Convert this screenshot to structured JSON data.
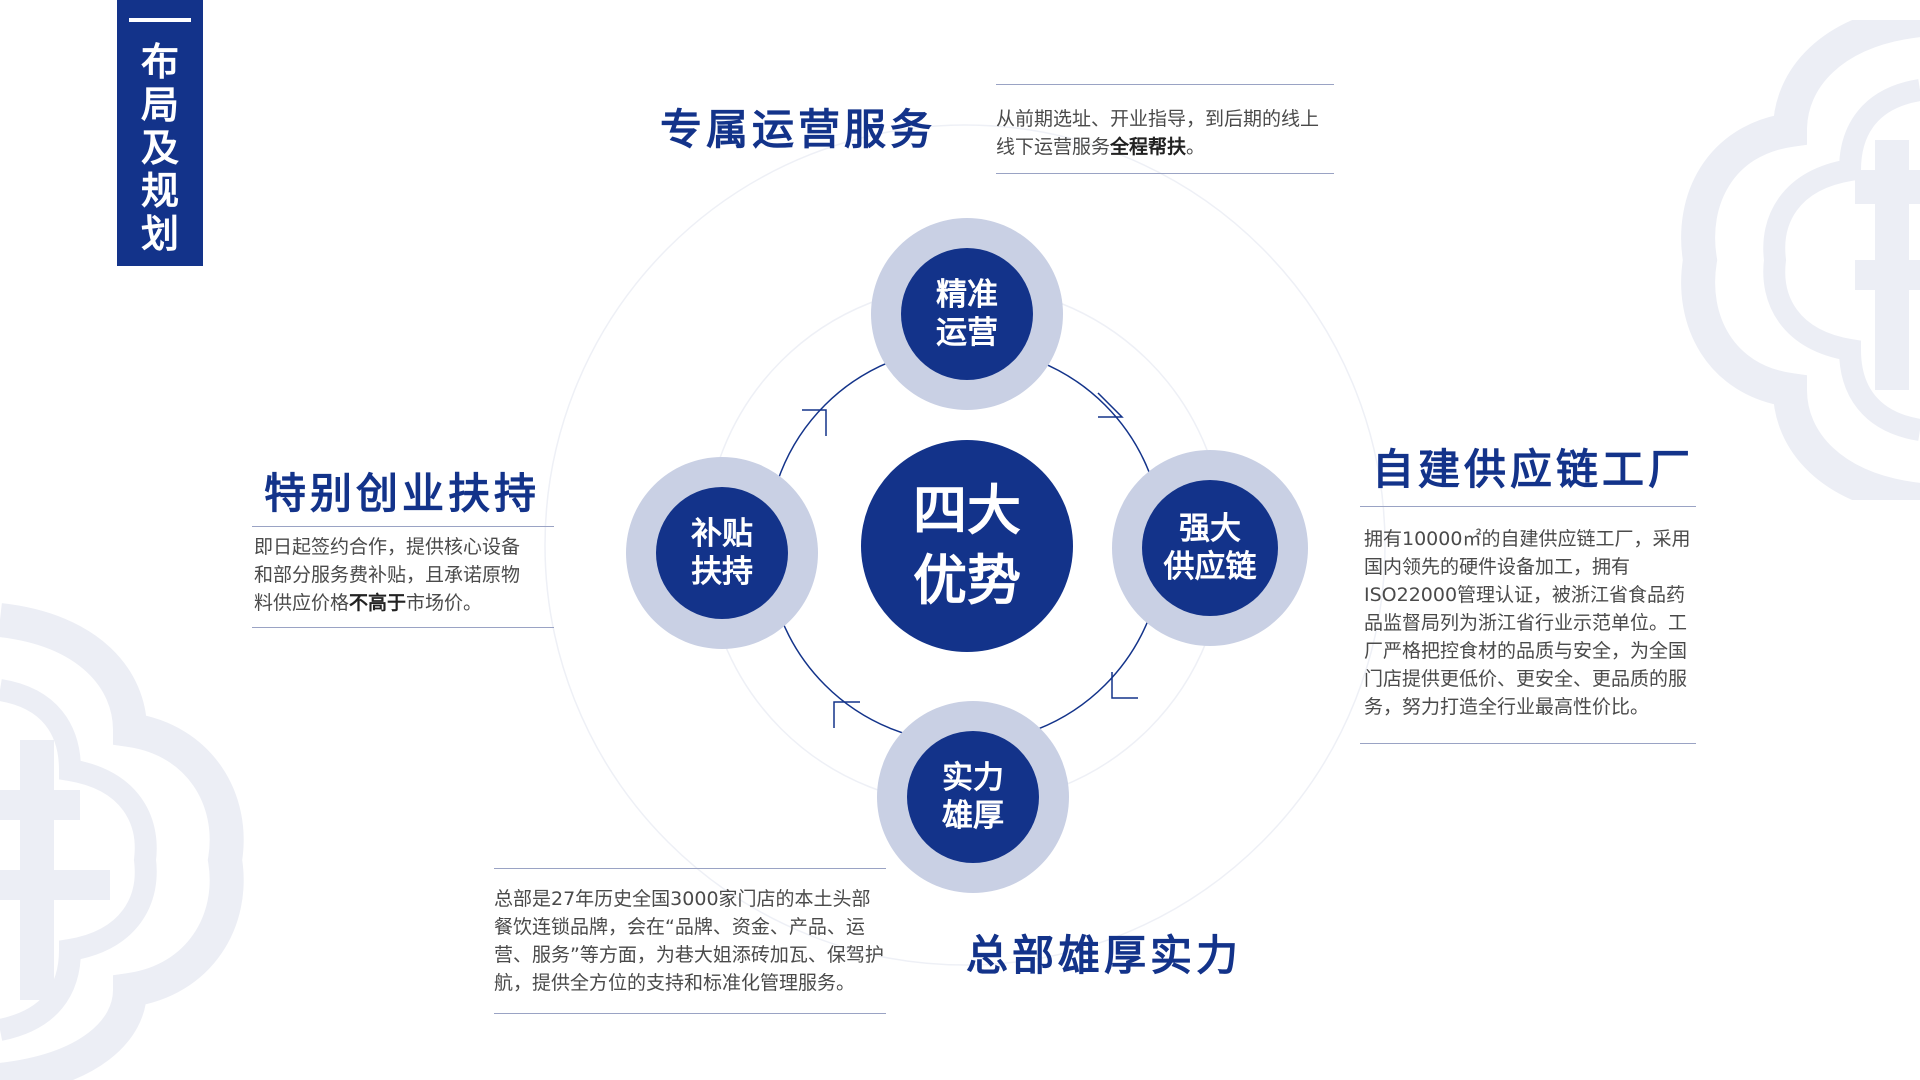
{
  "badge": {
    "lines": [
      "布",
      "局",
      "及",
      "规",
      "划"
    ]
  },
  "center": {
    "line1": "四大",
    "line2": "优势"
  },
  "nodes": {
    "top": {
      "line1": "精准",
      "line2": "运营"
    },
    "left": {
      "line1": "补贴",
      "line2": "扶持"
    },
    "right": {
      "line1": "强大",
      "line2": "供应链"
    },
    "bottom": {
      "line1": "实力",
      "line2": "雄厚"
    }
  },
  "sections": {
    "operation": {
      "title": "专属运营服务",
      "desc_line1": "从前期选址、开业指导，到后期的线上",
      "desc_line2_pre": "线下运营服务",
      "desc_line2_bold": "全程帮扶",
      "desc_line2_post": "。"
    },
    "startup": {
      "title": "特别创业扶持",
      "desc_line1": "即日起签约合作，提供核心设备",
      "desc_line2": "和部分服务费补贴，且承诺原物",
      "desc_line3_pre": "料供应价格",
      "desc_line3_bold": "不高于",
      "desc_line3_post": "市场价。"
    },
    "supply": {
      "title": "自建供应链工厂",
      "desc": "拥有10000㎡的自建供应链工厂，采用国内领先的硬件设备加工，拥有ISO22000管理认证，被浙江省食品药品监督局列为浙江省行业示范单位。工厂严格把控食材的品质与安全，为全国门店提供更低价、更安全、更品质的服务，努力打造全行业最高性价比。"
    },
    "hq": {
      "title": "总部雄厚实力",
      "desc": "总部是27年历史全国3000家门店的本土头部餐饮连锁品牌，会在“品牌、资金、产品、运营、服务”等方面，为巷大姐添砖加瓦、保驾护航，提供全方位的支持和标准化管理服务。"
    },
    "colors": {
      "primary": "#13338a",
      "ring": "#c9d0e4",
      "watermark": "#eceef5"
    }
  }
}
